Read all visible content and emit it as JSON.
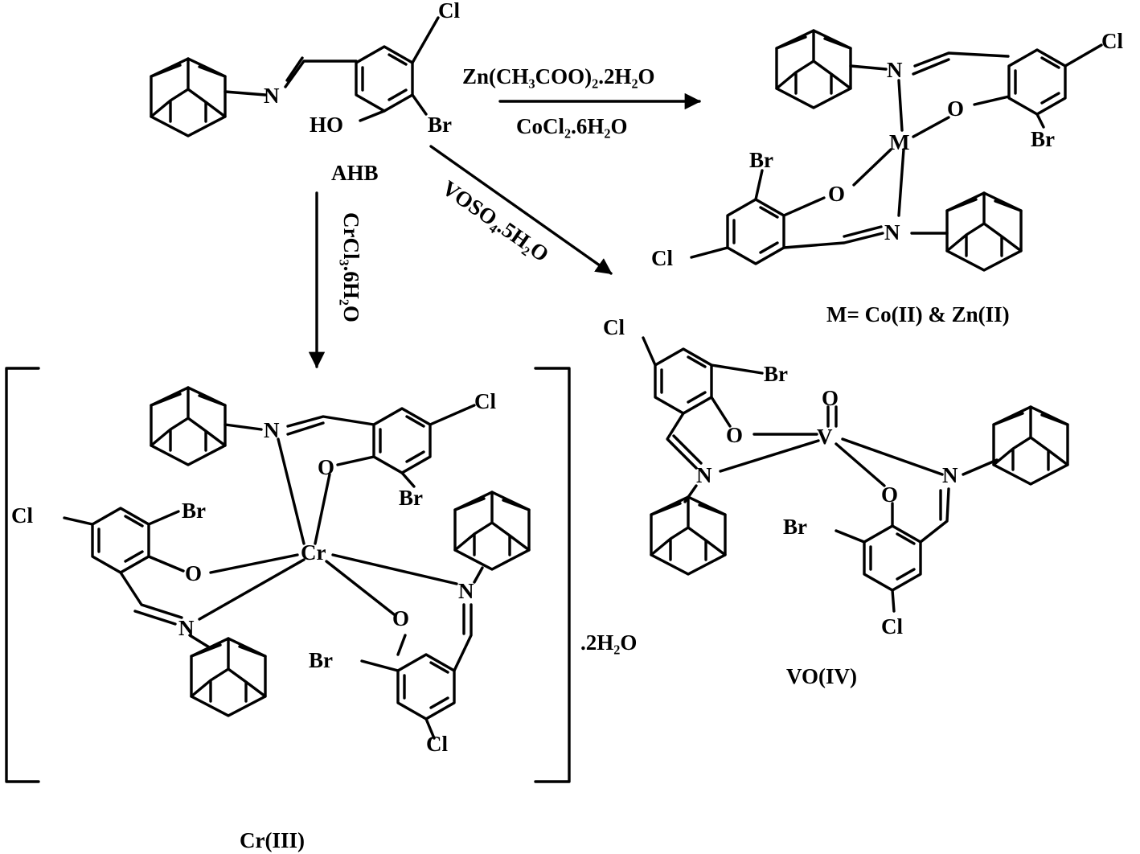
{
  "ligand": {
    "label": "AHB",
    "atoms": {
      "cl": "Cl",
      "br": "Br",
      "ho": "HO",
      "n": "N"
    }
  },
  "arrows": {
    "right_reagent_top": "Zn(CH₃COO)₂.2H₂O",
    "right_reagent_bottom": "CoCl₂.6H₂O",
    "down_reagent": "CrCl₃.6H₂O",
    "diag_reagent": "VOSO₄.5H₂O"
  },
  "complex_m": {
    "caption": "M= Co(II) & Zn(II)",
    "metal": "M",
    "atoms": {
      "n": "N",
      "o": "O",
      "cl": "Cl",
      "br": "Br"
    }
  },
  "complex_cr": {
    "caption": "Cr(III)",
    "metal": "Cr",
    "hydrate": ".2H₂O",
    "atoms": {
      "n": "N",
      "o": "O",
      "cl": "Cl",
      "br": "Br"
    }
  },
  "complex_vo": {
    "caption": "VO(IV)",
    "metal": "V",
    "oxo": "O",
    "atoms": {
      "n": "N",
      "o": "O",
      "cl": "Cl",
      "br": "Br"
    }
  }
}
